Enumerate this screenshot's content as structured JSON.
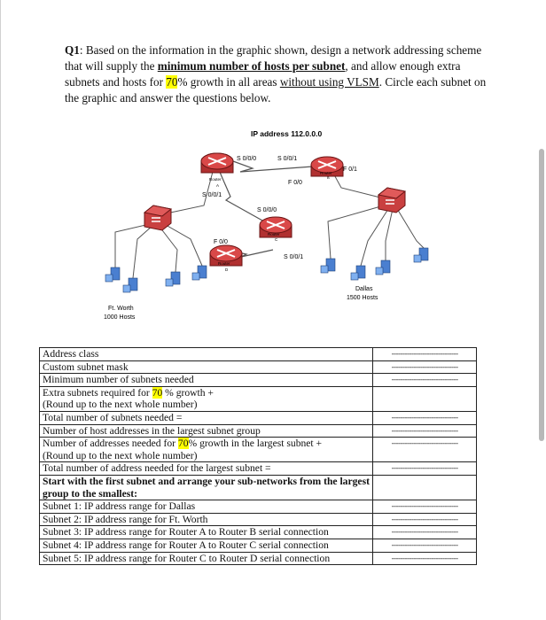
{
  "question": {
    "number": "Q1",
    "part1": ": Based on the information in the graphic shown, design a network addressing scheme that will supply the ",
    "emph1": "minimum number of hosts per subnet",
    "part2": ", and allow enough extra subnets and hosts for ",
    "pct": "70",
    "part3": "% growth in all areas ",
    "emph2": "without using VLSM",
    "part4": ". Circle each subnet on the graphic and answer the questions below."
  },
  "diagram": {
    "ip_address_label": "IP address   112.0.0.0",
    "router_a": {
      "label": "Router",
      "sub": "A",
      "s000": "S 0/0/0",
      "s001": "S 0/0/1",
      "f00": "F 0/0"
    },
    "router_b": {
      "label": "Router",
      "sub": "B",
      "s001": "S 0/0/1",
      "f00": "F 0/0",
      "f01": "F 0/1"
    },
    "router_c": {
      "label": "Router",
      "sub": "C",
      "s000": "S 0/0/0",
      "s001": "S 0/0/1"
    },
    "router_d": {
      "label": "Router",
      "sub": "D"
    },
    "ft_worth": {
      "name": "Ft. Worth",
      "hosts": "1000 Hosts"
    },
    "dallas": {
      "name": "Dallas",
      "hosts": "1500 Hosts"
    }
  },
  "table": {
    "answer_placeholder": "------------------------------",
    "rows": [
      {
        "label": "Address class",
        "answer": true
      },
      {
        "label": "Custom subnet mask",
        "answer": true
      },
      {
        "label": "Minimum number of subnets needed",
        "answer": true
      },
      {
        "label_parts": [
          "Extra subnets required for ",
          "70",
          " % growth  +"
        ],
        "line2": "(Round up to the next whole number)",
        "answer": false
      },
      {
        "label": "Total number of subnets needed =",
        "answer": true
      },
      {
        "label": "Number of host addresses in the largest subnet group",
        "answer": true
      },
      {
        "label_parts": [
          "Number of addresses needed for ",
          "70",
          "% growth in the largest subnet +"
        ],
        "line2": "(Round up to the next whole number)",
        "answer": true
      },
      {
        "label": "Total number of address needed for the largest subnet =",
        "answer": true
      },
      {
        "label": "Start with the first subnet and arrange your sub-networks from the largest group to the smallest:",
        "bold": true,
        "answer": false
      },
      {
        "label": "Subnet 1: IP address range for Dallas",
        "answer": true
      },
      {
        "label": "Subnet 2: IP address range for Ft. Worth",
        "answer": true
      },
      {
        "label": "Subnet 3: IP address range for Router A to Router B serial connection",
        "answer": true
      },
      {
        "label": "Subnet 4: IP address range for Router A to Router C serial connection",
        "answer": true
      },
      {
        "label": "Subnet 5: IP address range for Router C to Router D serial connection",
        "answer": true
      }
    ]
  }
}
